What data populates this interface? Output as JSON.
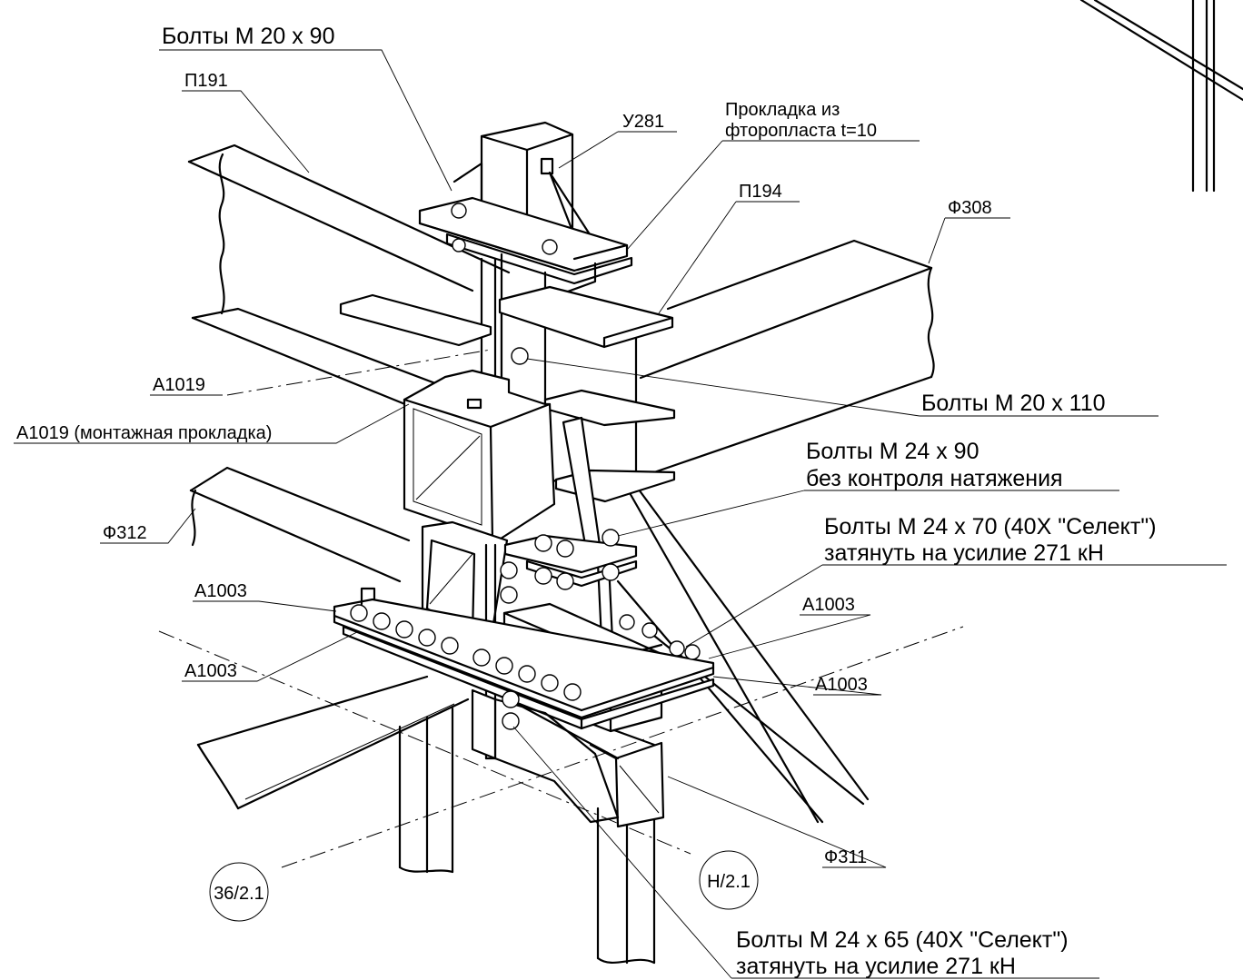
{
  "labels": {
    "bolts_m20x90": "Болты М 20 х 90",
    "p191": "П191",
    "u281": "У281",
    "gasket_line1": "Прокладка из",
    "gasket_line2": "фторопласта t=10",
    "p194": "П194",
    "f308": "Ф308",
    "a1019": "А1019",
    "a1019_mount": "А1019 (монтажная прокладка)",
    "bolts_m20x110": "Болты М 20 х 110",
    "bolts_m24x90_line1": "Болты М 24 х 90",
    "bolts_m24x90_line2": "без контроля натяжения",
    "bolts_m24x70_line1": "Болты М 24 х 70 (40Х \"Селект\")",
    "bolts_m24x70_line2": "затянуть на усилие 271 кН",
    "f312": "Ф312",
    "a1003_top_left": "А1003",
    "a1003_top_right": "А1003",
    "a1003_bottom_left": "А1003",
    "a1003_bottom_right": "А1003",
    "f311": "Ф311",
    "axis_36": "36/2.1",
    "axis_h": "Н/2.1",
    "bolts_m24x65_line1": "Болты М 24 х 65 (40Х \"Селект\")",
    "bolts_m24x65_line2": "затянуть на усилие 271 кН"
  },
  "colors": {
    "ink": "#000000",
    "paper": "#ffffff"
  }
}
